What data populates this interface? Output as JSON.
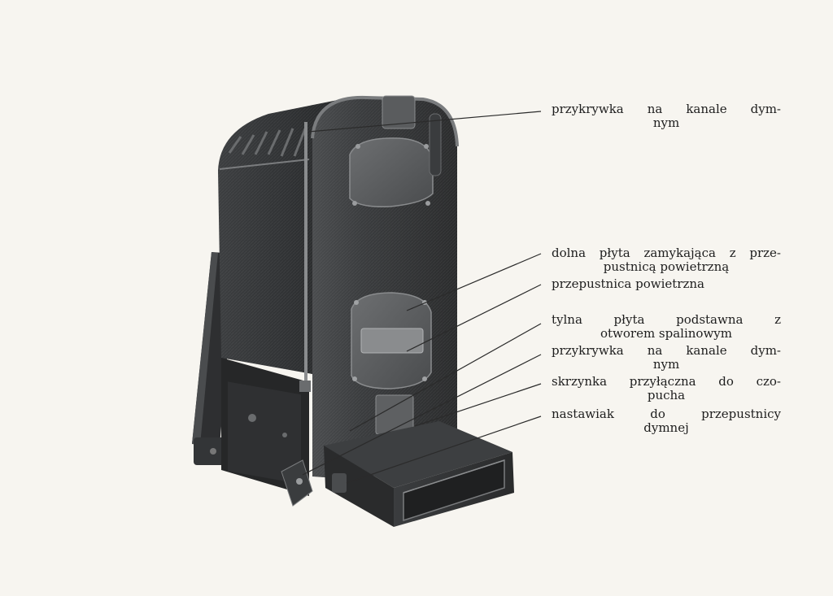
{
  "labels": [
    {
      "id": "flue-cover-top",
      "line1": "przykrywka  na kanale  dym-",
      "line2": "nym"
    },
    {
      "id": "lower-closing-plate",
      "line1": "dolna płyta zamykająca z prze-",
      "line2": "pustnicą  powietrzną"
    },
    {
      "id": "air-damper",
      "line1": "przepustnica  powietrzna",
      "line2": ""
    },
    {
      "id": "rear-base-plate",
      "line1": "tylna    płyta    podstawna    z",
      "line2": "otworem  spalinowym"
    },
    {
      "id": "flue-cover-bottom",
      "line1": "przykrywka  na kanale  dym-",
      "line2": "nym"
    },
    {
      "id": "connection-box",
      "line1": "skrzynka  przyłączna do czo-",
      "line2": "pucha"
    },
    {
      "id": "flue-damper-adjuster",
      "line1": "nastawiak    do   przepustnicy",
      "line2": "dymnej"
    }
  ],
  "colors": {
    "paper": "#f7f5f0",
    "boiler_dark": "#2a2b2c",
    "boiler_mid": "#46484a",
    "boiler_light": "#6a6c6e",
    "leader_line": "#2b2b2b",
    "text": "#1e1e1e"
  }
}
